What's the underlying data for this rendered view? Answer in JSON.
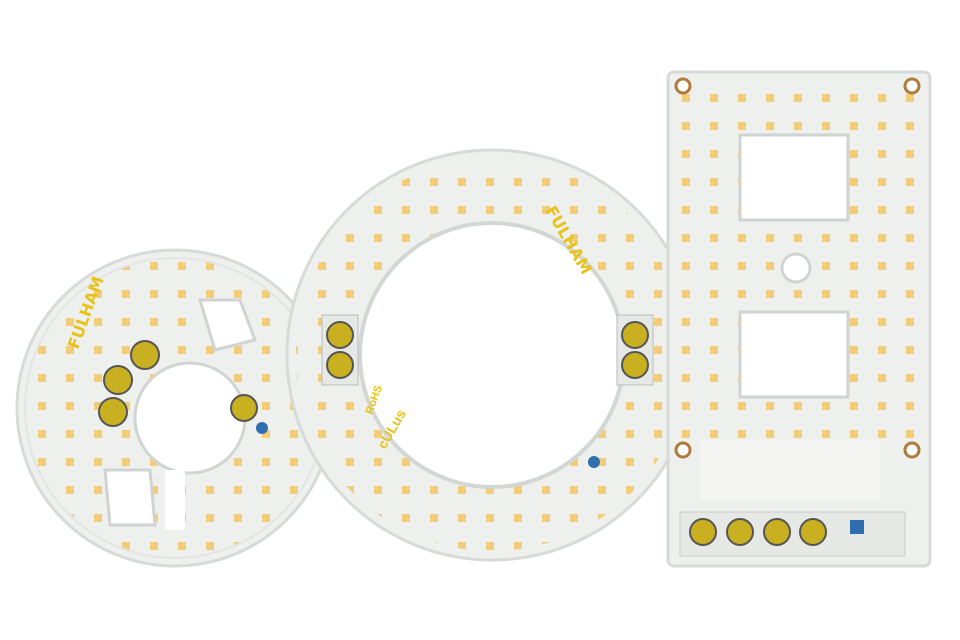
{
  "scene": {
    "description": "Three LED driver boards on white background",
    "background": "#ffffff",
    "led_color": "#f2c86a",
    "pcb_color": "#f4f4f2",
    "text_color": "#e8c21a",
    "capacitor_color": "#c8b020"
  },
  "boards": [
    {
      "name": "small-circular-board",
      "brand": "FULHAM",
      "marks": [
        "RoHS",
        "cULus"
      ]
    },
    {
      "name": "ring-board",
      "brand": "FULHAM",
      "marks": [
        "RoHS",
        "cULus"
      ]
    },
    {
      "name": "rectangular-board",
      "brand": "",
      "marks": []
    }
  ]
}
